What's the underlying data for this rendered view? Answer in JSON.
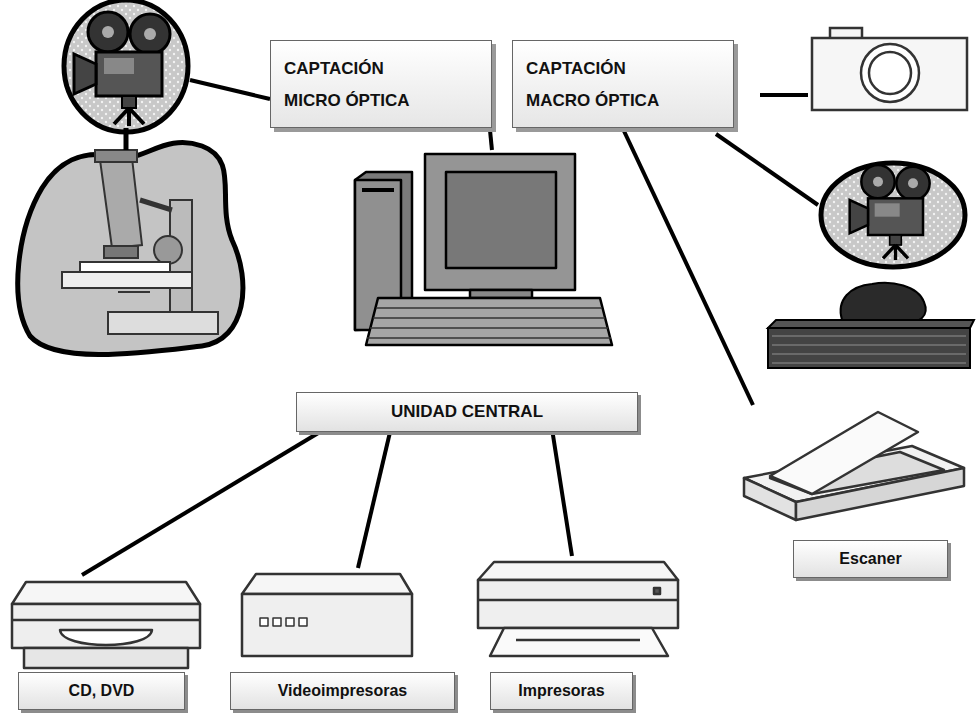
{
  "diagram": {
    "nodes": [
      {
        "text": [
          "CAPTACIÓN MICRO ÓPTICA"
        ]
      },
      {
        "text": [
          "CAPTACIÓN MACRO ÓPTICA"
        ]
      },
      {
        "text": [
          "UNIDAD CENTRAL"
        ]
      },
      {
        "text": [
          "Escaner"
        ]
      },
      {
        "text": [
          "CD, DVD"
        ]
      },
      {
        "text": [
          "Videoimpresoras"
        ]
      },
      {
        "text": [
          "Impresoras"
        ]
      }
    ],
    "edges": [
      {
        "from": 0,
        "to": 2,
        "arrow": "none"
      },
      {
        "from": 1,
        "to": 3,
        "arrow": "none"
      },
      {
        "from": 2,
        "to": 4,
        "arrow": "none"
      },
      {
        "from": 2,
        "to": 5,
        "arrow": "none"
      },
      {
        "from": 2,
        "to": 6,
        "arrow": "none"
      }
    ]
  }
}
